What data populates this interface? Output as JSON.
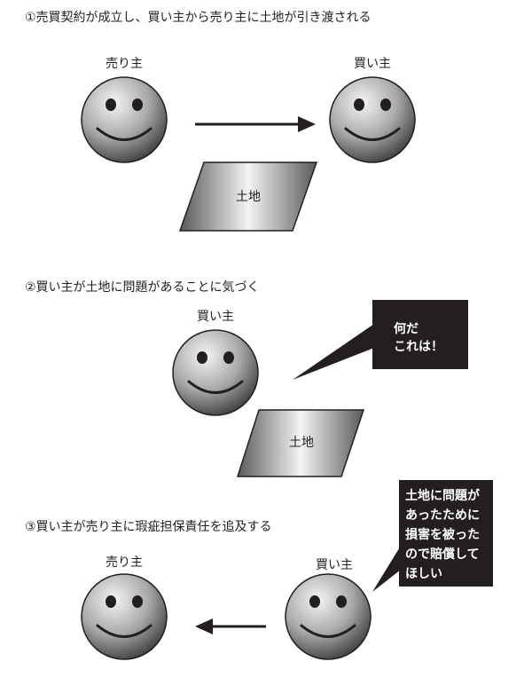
{
  "sections": [
    {
      "title": "①売買契約が成立し、買い主から売り主に土地が引き渡される",
      "left_label": "売り主",
      "right_label": "買い主",
      "land_label": "土地"
    },
    {
      "title": "②買い主が土地に問題があることに気づく",
      "person_label": "買い主",
      "land_label": "土地",
      "speech": [
        "何だ",
        "これは！"
      ]
    },
    {
      "title": "③買い主が売り主に瑕疵担保責任を追及する",
      "left_label": "売り主",
      "right_label": "買い主",
      "speech": [
        "土地に問題が",
        "あったために",
        "損害を被った",
        "ので賠償して",
        "ほしい"
      ]
    }
  ],
  "colors": {
    "bubble": "#231f20",
    "text": "#231f20",
    "face_light": "#f2f2f2",
    "face_dark": "#3a3a3a"
  }
}
